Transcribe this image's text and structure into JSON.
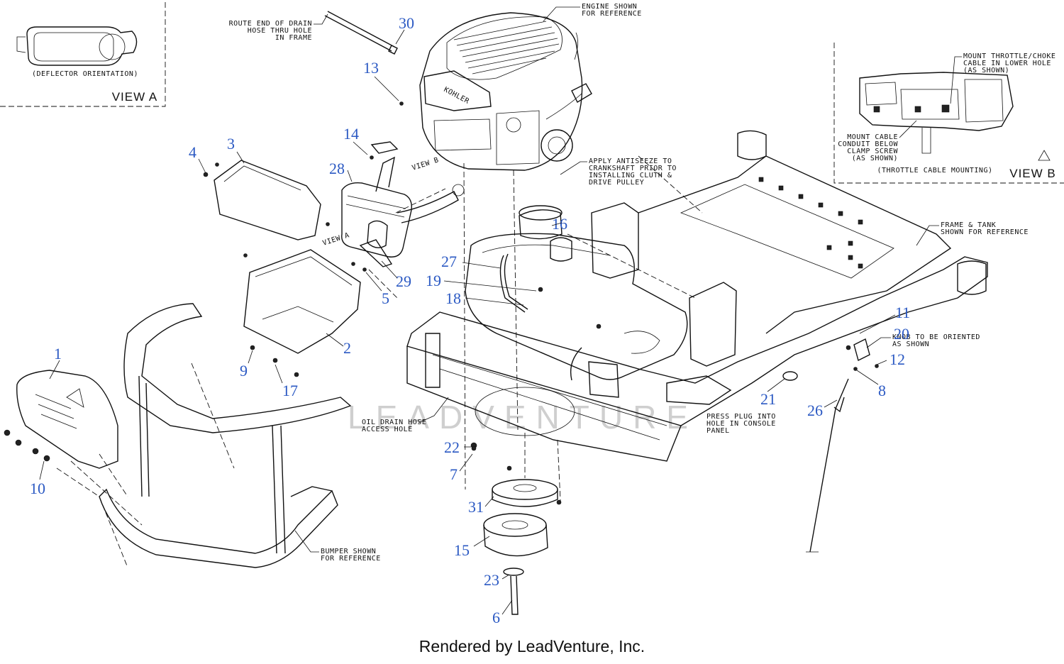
{
  "callouts": [
    {
      "id": "c1",
      "label": "1"
    },
    {
      "id": "c2",
      "label": "2"
    },
    {
      "id": "c3",
      "label": "3"
    },
    {
      "id": "c4",
      "label": "4"
    },
    {
      "id": "c5",
      "label": "5"
    },
    {
      "id": "c6",
      "label": "6"
    },
    {
      "id": "c7",
      "label": "7"
    },
    {
      "id": "c8",
      "label": "8"
    },
    {
      "id": "c9",
      "label": "9"
    },
    {
      "id": "c10",
      "label": "10"
    },
    {
      "id": "c11",
      "label": "11"
    },
    {
      "id": "c12",
      "label": "12"
    },
    {
      "id": "c13",
      "label": "13"
    },
    {
      "id": "c14",
      "label": "14"
    },
    {
      "id": "c15",
      "label": "15"
    },
    {
      "id": "c16",
      "label": "16"
    },
    {
      "id": "c17",
      "label": "17"
    },
    {
      "id": "c18",
      "label": "18"
    },
    {
      "id": "c19",
      "label": "19"
    },
    {
      "id": "c20",
      "label": "20"
    },
    {
      "id": "c21",
      "label": "21"
    },
    {
      "id": "c22",
      "label": "22"
    },
    {
      "id": "c23",
      "label": "23"
    },
    {
      "id": "c26",
      "label": "26"
    },
    {
      "id": "c27",
      "label": "27"
    },
    {
      "id": "c28",
      "label": "28"
    },
    {
      "id": "c29",
      "label": "29"
    },
    {
      "id": "c30",
      "label": "30"
    },
    {
      "id": "c31",
      "label": "31"
    }
  ],
  "notes": {
    "drain_hose": [
      "ROUTE END OF DRAIN",
      "HOSE THRU HOLE",
      "IN FRAME"
    ],
    "engine": [
      "ENGINE SHOWN",
      "FOR REFERENCE"
    ],
    "antiseize": [
      "APPLY ANTISEEZE TO",
      "CRANKSHAFT PRIOR TO",
      "INSTALLING CLUTH &",
      "DRIVE PULLEY"
    ],
    "frame_tank": [
      "FRAME & TANK",
      "SHOWN FOR REFERENCE"
    ],
    "knob": [
      "KNOB TO BE ORIENTED",
      "AS SHOWN"
    ],
    "plug": [
      "PRESS PLUG INTO",
      "HOLE IN CONSOLE",
      "PANEL"
    ],
    "oil_drain": [
      "OIL DRAIN HOSE",
      "ACCESS HOLE"
    ],
    "bumper": [
      "BUMPER SHOWN",
      "FOR REFERENCE"
    ],
    "throttle": [
      "MOUNT THROTTLE/CHOKE",
      "CABLE IN LOWER HOLE",
      "(AS SHOWN)"
    ],
    "conduit": [
      "MOUNT CABLE",
      "CONDUIT BELOW",
      "CLAMP SCREW",
      "(AS SHOWN)"
    ],
    "view_a_arrow": "VIEW A",
    "view_b_arrow": "VIEW B",
    "engine_brand": "KOHLER"
  },
  "view_a": {
    "caption": "(DEFLECTOR ORIENTATION)",
    "title": "VIEW A"
  },
  "view_b": {
    "caption": "(THROTTLE CABLE MOUNTING)",
    "title": "VIEW B"
  },
  "watermark": "LEADVENTURE",
  "footer": "Rendered by LeadVenture, Inc."
}
